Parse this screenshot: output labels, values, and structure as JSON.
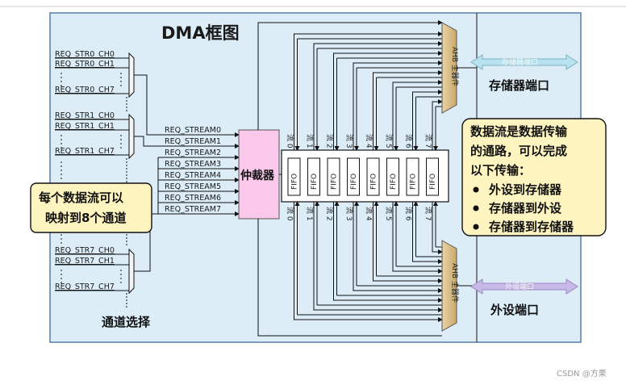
{
  "title": "DMA框图",
  "req_groups": [
    {
      "labels": [
        "REQ_STR0_CH0",
        "REQ_STR0_CH1",
        "REQ_STR0_CH7"
      ]
    },
    {
      "labels": [
        "REQ_STR1_CH0",
        "REQ_STR1_CH1",
        "REQ_STR1_CH7"
      ]
    },
    {
      "labels": [
        "REQ_STR7_CH0",
        "REQ_STR7_CH1",
        "REQ_STR7_CH7"
      ]
    }
  ],
  "streams": [
    "REQ_STREAM0",
    "REQ_STREAM1",
    "REQ_STREAM2",
    "REQ_STREAM3",
    "REQ_STREAM4",
    "REQ_STREAM5",
    "REQ_STREAM6",
    "REQ_STREAM7"
  ],
  "arbiter_label": "仲裁器",
  "fifo_label": "FIFO",
  "flow_labels": [
    "流 0",
    "流 1",
    "流 2",
    "流 3",
    "流 4",
    "流 5",
    "流 6",
    "流 7"
  ],
  "ahb_label": "AHB 主器件",
  "memory_port_inner": "存储器端口",
  "memory_port_label": "存储器端口",
  "peripheral_port_inner": "外设端口",
  "peripheral_port_label": "外设端口",
  "channel_select_label": "通道选择",
  "left_note": [
    "每个数据流可以",
    "映射到8个通道"
  ],
  "right_note": {
    "lines": [
      "数据流是数据传输",
      "的通路，可以完成",
      "以下传输："
    ],
    "bullets": [
      "外设到存储器",
      "存储器到外设",
      "存储器到存储器"
    ]
  },
  "credit": "CSDN @方栗"
}
